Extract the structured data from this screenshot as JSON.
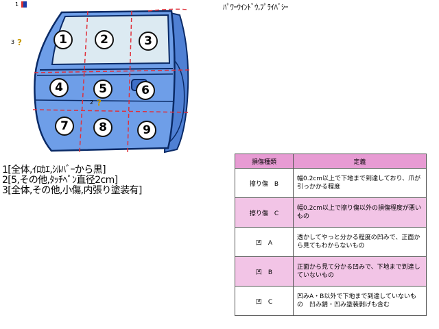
{
  "markers": {
    "m1": "1",
    "m2": "2",
    "m3": "3"
  },
  "title": "ﾊﾟﾜｰｳｲﾝﾄﾞｳ,ﾌﾟﾗｲﾊﾞｼｰ",
  "diagram": {
    "zones": [
      "1",
      "2",
      "3",
      "4",
      "5",
      "6",
      "7",
      "8",
      "9"
    ],
    "colors": {
      "door_fill": "#6e9ee8",
      "door_outline": "#0a2a66",
      "glass": "#dceaf2",
      "cut_line": "#e0303a"
    }
  },
  "notes": [
    "1[全体,ｲﾛｶｴ,ｼﾙﾊﾞｰから黒]",
    "2[5,その他,ﾀｯﾁﾍﾟﾝ直径2cm]",
    "3[全体,その他,小傷,内張り塗装有]"
  ],
  "legend": {
    "header_type": "損傷種類",
    "header_def": "定義",
    "rows": [
      {
        "type": "擦り傷　B",
        "def": "幅0.2cm以上で下地まで到達しており、爪が引っかかる程度"
      },
      {
        "type": "擦り傷　C",
        "def": "幅0.2cm以上で擦り傷以外の損傷程度が悪いもの"
      },
      {
        "type": "凹　A",
        "def": "透かしてやっと分かる程度の凹みで、正面から見てもわからないもの"
      },
      {
        "type": "凹　B",
        "def": "正面から見て分かる凹みで、下地まで到達していないもの"
      },
      {
        "type": "凹　C",
        "def": "凹みA・B以外で下地まで到達していないもの　凹み錆・凹み塗装剥げも含む"
      }
    ]
  }
}
